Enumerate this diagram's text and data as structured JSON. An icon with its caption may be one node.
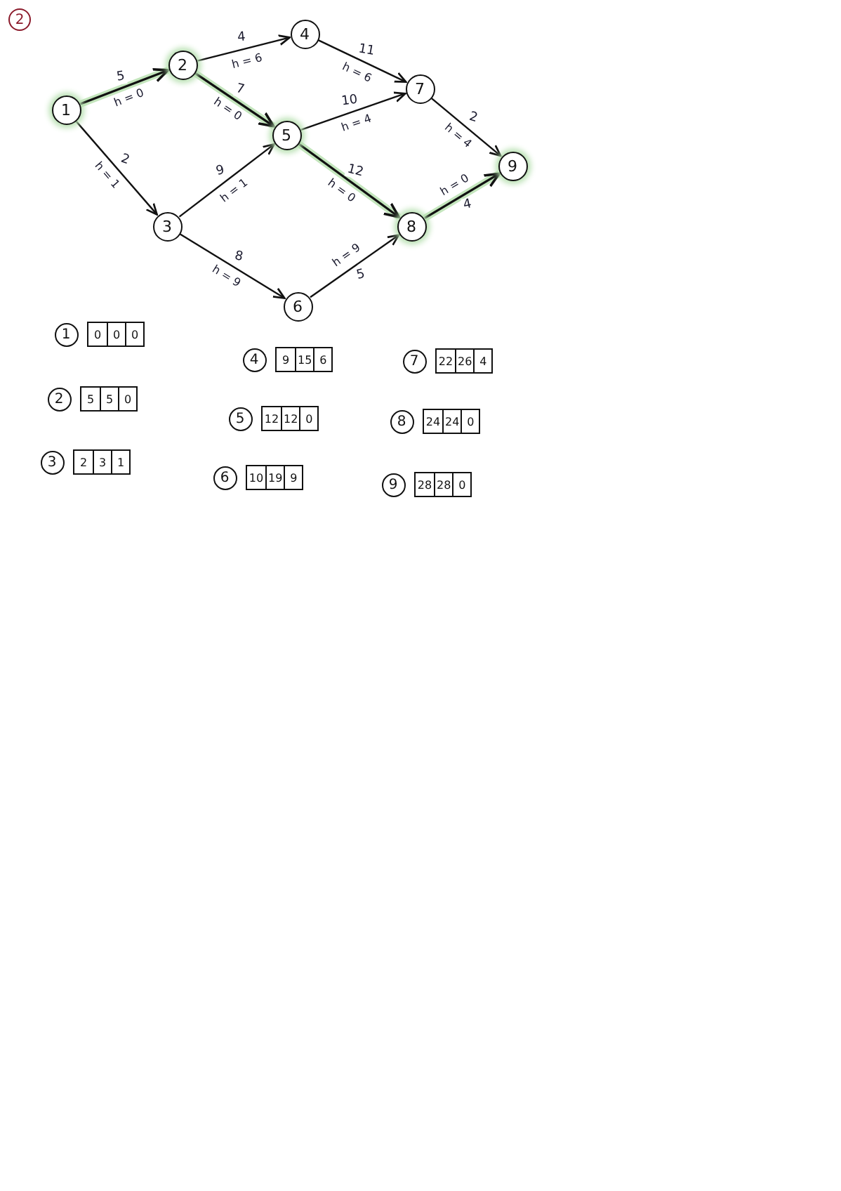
{
  "diagram": {
    "nodes": [
      {
        "text": [
          "2"
        ]
      },
      {
        "text": [
          "1"
        ]
      },
      {
        "text": [
          "2"
        ]
      },
      {
        "text": [
          "3"
        ]
      },
      {
        "text": [
          "4"
        ]
      },
      {
        "text": [
          "5"
        ]
      },
      {
        "text": [
          "6"
        ]
      },
      {
        "text": [
          "7"
        ]
      },
      {
        "text": [
          "8"
        ]
      },
      {
        "text": [
          "9"
        ]
      },
      {
        "text": [
          "1"
        ]
      },
      {
        "text": [
          "4"
        ]
      },
      {
        "text": [
          "7"
        ]
      },
      {
        "text": [
          "2"
        ]
      },
      {
        "text": [
          "5"
        ]
      },
      {
        "text": [
          "8"
        ]
      },
      {
        "text": [
          "3"
        ]
      },
      {
        "text": [
          "6"
        ]
      },
      {
        "text": [
          "9"
        ]
      }
    ],
    "edges": [
      {
        "from": 1,
        "to": 2,
        "arrow": "to",
        "label": "5",
        "style": "thick",
        "color": "#c4e6bd"
      },
      {
        "from": 1,
        "to": 3,
        "arrow": "to",
        "label": "2"
      },
      {
        "from": 2,
        "to": 4,
        "arrow": "to",
        "label": "4"
      },
      {
        "from": 2,
        "to": 5,
        "arrow": "to",
        "label": "7",
        "style": "thick",
        "color": "#c4e6bd"
      },
      {
        "from": 3,
        "to": 5,
        "arrow": "to",
        "label": "9"
      },
      {
        "from": 3,
        "to": 6,
        "arrow": "to",
        "label": "8"
      },
      {
        "from": 4,
        "to": 7,
        "arrow": "to",
        "label": "11"
      },
      {
        "from": 5,
        "to": 7,
        "arrow": "to",
        "label": "10"
      },
      {
        "from": 5,
        "to": 8,
        "arrow": "to",
        "label": "12",
        "style": "thick",
        "color": "#c4e6bd"
      },
      {
        "from": 6,
        "to": 8,
        "arrow": "to",
        "label": "5"
      },
      {
        "from": 7,
        "to": 9,
        "arrow": "to",
        "label": "2"
      },
      {
        "from": 8,
        "to": 9,
        "arrow": "to",
        "label": "4",
        "style": "thick",
        "color": "#c4e6bd"
      }
    ],
    "labels": [
      "h = 0",
      "h = 1",
      "h = 6",
      "h = 0",
      "h = 1",
      "h = 9",
      "h = 6",
      "h = 4",
      "h = 0",
      "h = 9",
      "h = 4",
      "h = 0",
      "0",
      "0",
      "0",
      "9",
      "15",
      "6",
      "22",
      "26",
      "4",
      "5",
      "5",
      "0",
      "12",
      "12",
      "0",
      "24",
      "24",
      "0",
      "2",
      "3",
      "1",
      "10",
      "19",
      "9",
      "28",
      "28",
      "0"
    ]
  }
}
